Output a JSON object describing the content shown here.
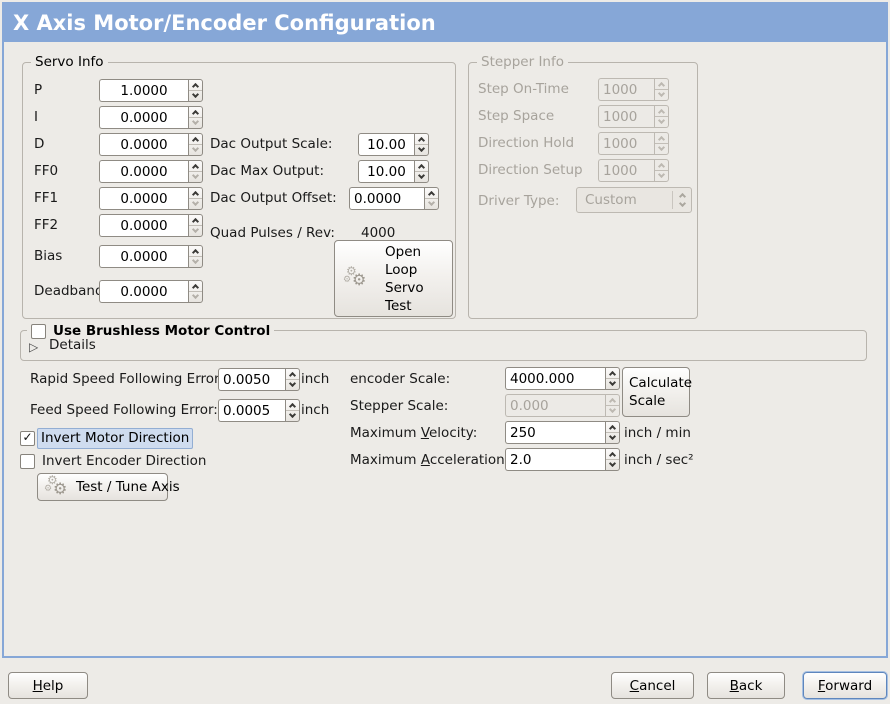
{
  "colors": {
    "titlebar_blue": "#86a7d7",
    "focus_highlight_bg": "#cfdcef",
    "focus_border": "#5e86bd",
    "window_bg": "#edebe7",
    "disabled_text": "#a7a39c"
  },
  "icons": {
    "check": "✓",
    "expander_arrow": "▷",
    "gear": "⚙"
  },
  "window": {
    "title": "X Axis Motor/Encoder Configuration"
  },
  "servo_info": {
    "title": "Servo Info",
    "fields": [
      {
        "label": "P",
        "value": "1.0000"
      },
      {
        "label": "I",
        "value": "0.0000"
      },
      {
        "label": "D",
        "value": "0.0000"
      },
      {
        "label": "FF0",
        "value": "0.0000"
      },
      {
        "label": "FF1",
        "value": "0.0000"
      },
      {
        "label": "FF2",
        "value": "0.0000"
      },
      {
        "label": "Bias",
        "value": "0.0000"
      },
      {
        "label": "Deadband",
        "value": "0.0000"
      }
    ],
    "dac_scale_label": "Dac Output Scale:",
    "dac_scale_value": "10.00",
    "dac_max_label": "Dac Max Output:",
    "dac_max_value": "10.00",
    "dac_offset_label": "Dac Output Offset:",
    "dac_offset_value": "0.0000",
    "quad_label": "Quad Pulses / Rev:",
    "quad_value": "4000",
    "open_loop_lines": [
      "Open",
      "Loop",
      "Servo",
      "Test"
    ]
  },
  "stepper_info": {
    "title": "Stepper Info",
    "fields": [
      {
        "label": "Step On-Time",
        "value": "1000"
      },
      {
        "label": "Step Space",
        "value": "1000"
      },
      {
        "label": "Direction Hold",
        "value": "1000"
      },
      {
        "label": "Direction Setup",
        "value": "1000"
      }
    ],
    "driver_type_label": "Driver Type:",
    "driver_type_value": "Custom"
  },
  "brushless": {
    "title": "Use Brushless Motor Control",
    "details_label": "Details"
  },
  "errors": {
    "rapid_label": "Rapid Speed Following Error:",
    "rapid_value": "0.0050",
    "rapid_unit": "inch",
    "feed_label": "Feed Speed Following Error:",
    "feed_value": "0.0005",
    "feed_unit": "inch"
  },
  "motor_options": {
    "invert_motor_label": "Invert Motor Direction",
    "invert_encoder_label": "Invert Encoder Direction",
    "test_tune_label": "Test / Tune Axis"
  },
  "scaling": {
    "encoder_label": "encoder Scale:",
    "encoder_value": "4000.000",
    "stepper_label": "Stepper Scale:",
    "stepper_value": "0.000",
    "calc_line1": "Calculate",
    "calc_line2": "Scale",
    "velocity_label": {
      "pre": "Maximum ",
      "u": "V",
      "post": "elocity:"
    },
    "velocity_value": "250",
    "velocity_unit": "inch / min",
    "accel_label": {
      "pre": "Maximum ",
      "u": "A",
      "post": "cceleration:"
    },
    "accel_value": "2.0",
    "accel_unit": "inch / sec²"
  },
  "footer": {
    "help": {
      "u": "H",
      "post": "elp"
    },
    "cancel": {
      "u": "C",
      "post": "ancel"
    },
    "back": {
      "u": "B",
      "post": "ack"
    },
    "forward": {
      "u": "F",
      "post": "orward"
    }
  }
}
